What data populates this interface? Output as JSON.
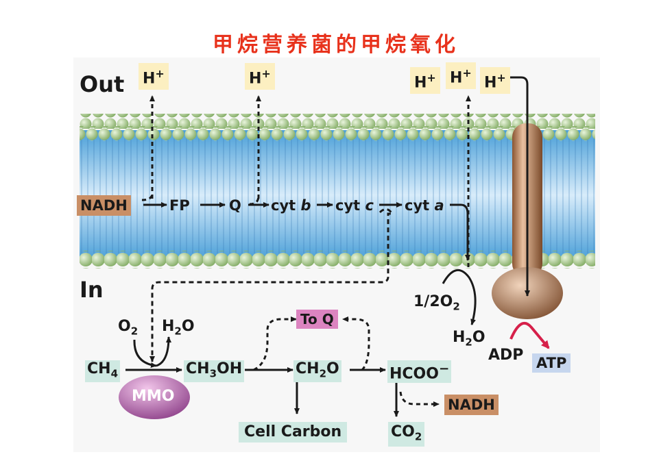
{
  "title": "甲烷营养菌的甲烷氧化",
  "sides": {
    "out": "Out",
    "in": "In"
  },
  "protons": {
    "label": "H",
    "charge": "+"
  },
  "chain": {
    "nadh": "NADH",
    "fp": "FP",
    "q": "Q",
    "cytb_prefix": "cyt ",
    "cytb_letter": "b",
    "cytc_prefix": "cyt ",
    "cytc_letter": "c",
    "cyta_prefix": "cyt ",
    "cyta_letter": "a"
  },
  "oxygen": {
    "frac": "1/2",
    "o": "O",
    "sub": "2"
  },
  "water": {
    "h": "H",
    "sub": "2",
    "o": "O"
  },
  "atp": {
    "adp": "ADP",
    "atp": "ATP"
  },
  "pathway": {
    "ch4": "CH",
    "ch4_sub": "4",
    "o2": "O",
    "o2_sub": "2",
    "h2o_h": "H",
    "h2o_sub": "2",
    "h2o_o": "O",
    "ch3oh_a": "CH",
    "ch3oh_sub": "3",
    "ch3oh_b": "OH",
    "ch2o_a": "CH",
    "ch2o_sub": "2",
    "ch2o_b": "O",
    "hcoo": "HCOO",
    "hcoo_charge": "−",
    "mmo": "MMO",
    "to_q": "To Q",
    "cell_carbon": "Cell Carbon",
    "co2": "CO",
    "co2_sub": "2",
    "nadh": "NADH"
  },
  "colors": {
    "title": "#e8321c",
    "proton_box": "#fcefc1",
    "nadh_box": "#c98f66",
    "teal_box": "#cfe9e2",
    "pink_box": "#dc84c0",
    "atp_box": "#c6d6ee",
    "arrow_red": "#d6204a",
    "membrane_blue": "#4a9fd8",
    "lipid_head": "#a9cc8a"
  }
}
